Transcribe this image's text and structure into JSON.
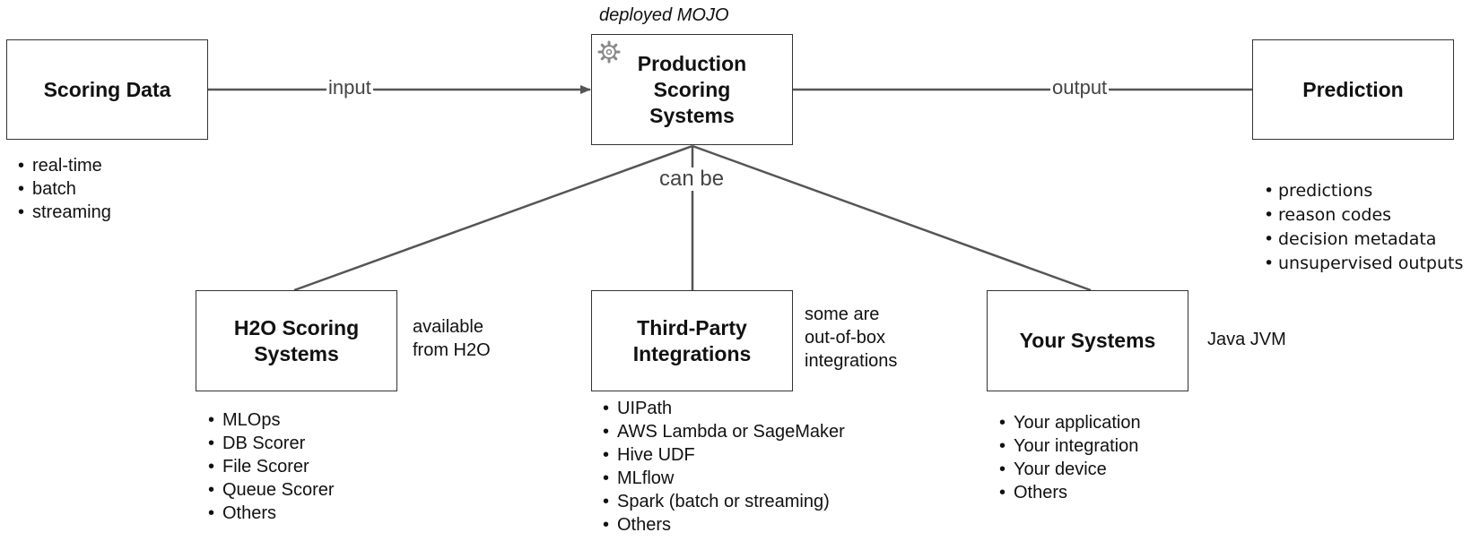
{
  "diagram": {
    "top_label": "deployed MOJO",
    "boxes": {
      "scoring_data": "Scoring Data",
      "production": "Production\nScoring\nSystems",
      "prediction": "Prediction",
      "h2o": "H2O Scoring\nSystems",
      "third_party": "Third-Party\nIntegrations",
      "your_systems": "Your Systems"
    },
    "edge_labels": {
      "input": "input",
      "output": "output",
      "can_be": "can be"
    },
    "notes": {
      "h2o": "available\nfrom H2O",
      "third_party": "some are\nout-of-box\nintegrations",
      "your_systems": "Java JVM"
    },
    "lists": {
      "scoring_data": [
        "real-time",
        "batch",
        "streaming"
      ],
      "prediction": [
        "predictions",
        "reason codes",
        "decision metadata",
        "unsupervised outputs"
      ],
      "h2o": [
        "MLOps",
        "DB Scorer",
        "File Scorer",
        "Queue Scorer",
        "Others"
      ],
      "third_party": [
        "UIPath",
        "AWS Lambda or SageMaker",
        "Hive UDF",
        "MLflow",
        "Spark (batch or streaming)",
        "Others"
      ],
      "your_systems": [
        "Your application",
        "Your integration",
        "Your device",
        "Others"
      ]
    },
    "icons": {
      "production": "gear-icon"
    },
    "colors": {
      "line": "#555555",
      "border": "#333333"
    }
  }
}
